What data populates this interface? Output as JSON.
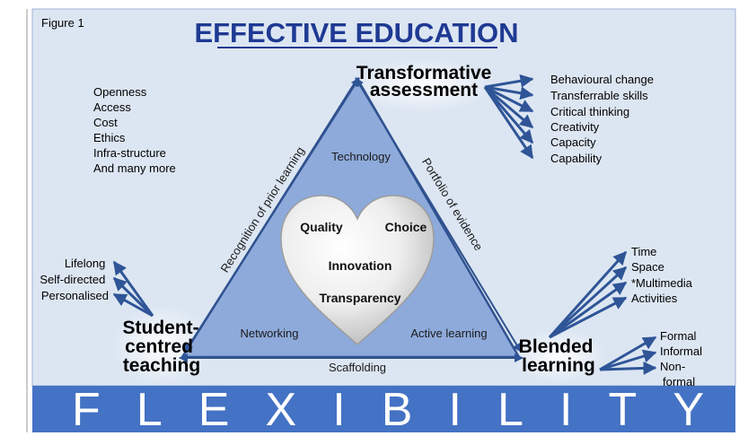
{
  "figure_label": "Figure 1",
  "title": "EFFECTIVE EDUCATION",
  "banner": "FLEXIBILITY",
  "corners": {
    "top": [
      "Transformative",
      "assessment"
    ],
    "left": [
      "Student-",
      "centred",
      "teaching"
    ],
    "right": [
      "Blended",
      "learning"
    ]
  },
  "edges": {
    "left": "Recognition of prior learning",
    "right": "Portfolio of evidence",
    "bottom": "Scaffolding"
  },
  "inner": {
    "top": "Technology",
    "left": "Networking",
    "right": "Active learning"
  },
  "heart": {
    "quality": "Quality",
    "choice": "Choice",
    "innovation": "Innovation",
    "transparency": "Transparency"
  },
  "considerations": [
    "Openness",
    "Access",
    "Cost",
    "Ethics",
    "Infra-structure",
    "And many more"
  ],
  "assessment_outcomes": [
    "Behavioural change",
    "Transferrable skills",
    "Critical thinking",
    "Creativity",
    "Capacity",
    "Capability"
  ],
  "teaching_traits": [
    "Lifelong",
    "Self-directed",
    "Personalised"
  ],
  "blended_dimensions": [
    "Time",
    "Space",
    "*Multimedia",
    "Activities"
  ],
  "learning_types": [
    "Formal",
    "Informal",
    "Non-",
    "formal"
  ],
  "colors": {
    "background": "#dce6f2",
    "title": "#1f3a93",
    "triangle": "#8eaadb",
    "triangle_edge": "#2f528f",
    "arrow": "#2f5597",
    "banner": "#4472c4",
    "banner_text": "#ffffff"
  }
}
